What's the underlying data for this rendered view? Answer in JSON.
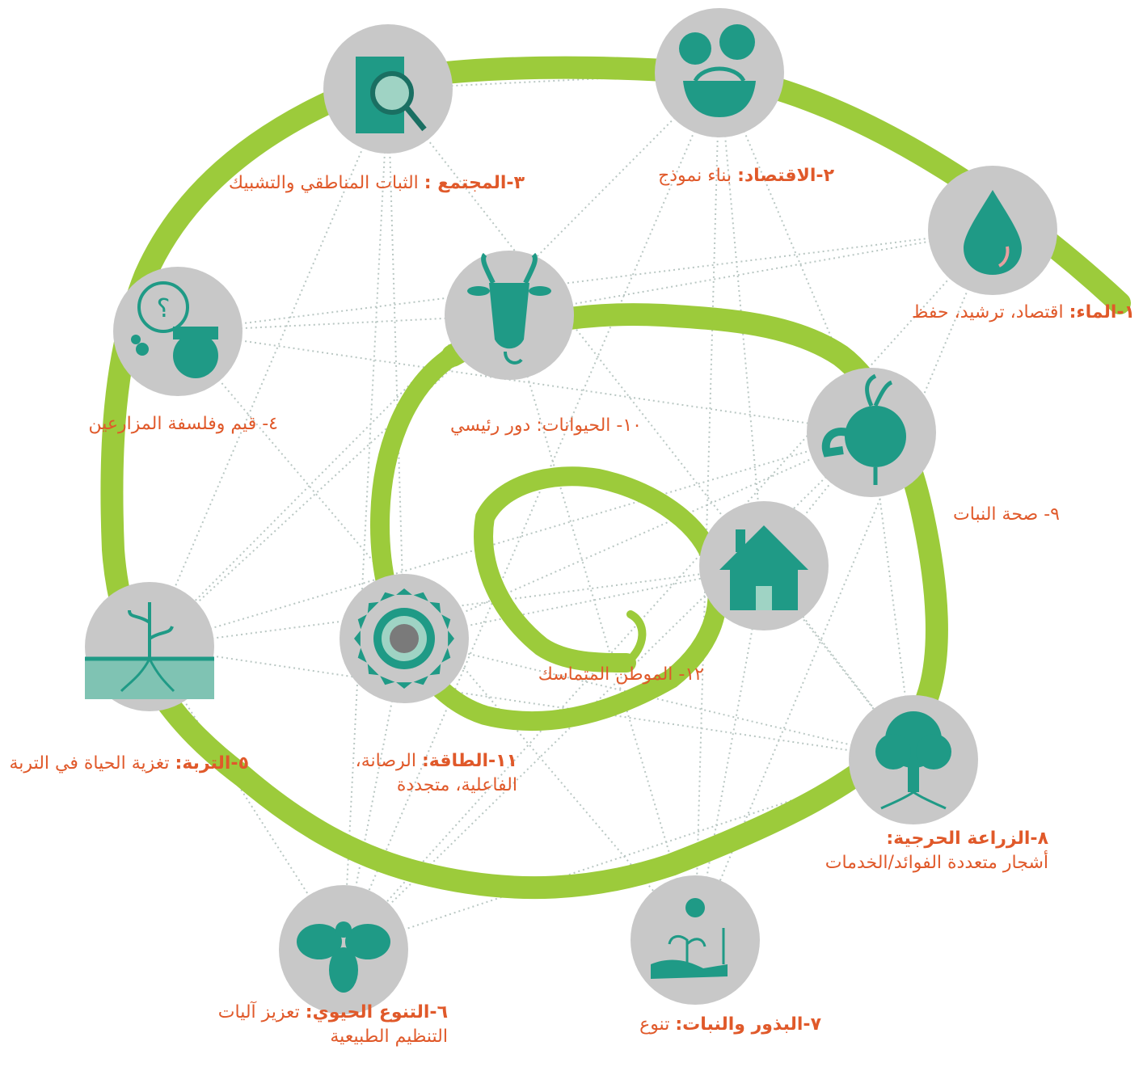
{
  "nodes": [
    {
      "id": "water",
      "number": "١-",
      "title": "الماء:",
      "text": "اقتصاد، ترشيد، حفظ",
      "text2": "",
      "icon": "water-drop-icon"
    },
    {
      "id": "economy",
      "number": "٢-",
      "title": "الاقتصاد:",
      "text": "بناء نموذج",
      "text2": "",
      "icon": "produce-basket-icon"
    },
    {
      "id": "community",
      "number": "٣-",
      "title": "المجتمع :",
      "text": "الثبات المناطقي والتشبيك",
      "text2": "",
      "icon": "magnifier-person-icon"
    },
    {
      "id": "values",
      "number": "٤-",
      "title": "",
      "text": "قيم وفلسفة المزارعين",
      "text2": "",
      "icon": "thinking-farmer-icon"
    },
    {
      "id": "soil",
      "number": "٥-",
      "title": "التربة:",
      "text": "تغزية الحياة في التربة",
      "text2": "",
      "icon": "soil-roots-icon"
    },
    {
      "id": "biodiversity",
      "number": "٦-",
      "title": "التنوع الحيوي:",
      "text": "تعزيز آليات",
      "text2": "التنظيم الطبيعية",
      "icon": "bee-icon"
    },
    {
      "id": "seeds",
      "number": "٧-",
      "title": "البذور والنبات:",
      "text": "تنوع",
      "text2": "",
      "icon": "hand-seedling-icon"
    },
    {
      "id": "agroforestry",
      "number": "٨-",
      "title": "الزراعة الحرجية:",
      "text": "",
      "text2": "أشجار متعددة الفوائد/الخدمات",
      "icon": "tree-icon"
    },
    {
      "id": "plant-health",
      "number": "٩-",
      "title": "",
      "text": "صحة النبات",
      "text2": "",
      "icon": "strong-turnip-icon"
    },
    {
      "id": "animals",
      "number": "١٠-",
      "title": "",
      "text": "الحيوانات: دور رئيسي",
      "text2": "",
      "icon": "goat-icon"
    },
    {
      "id": "energy",
      "number": "١١-",
      "title": "الطاقة:",
      "text": "الرصانة،",
      "text2": "الفاعلية، متجددة",
      "icon": "sun-icon"
    },
    {
      "id": "homeland",
      "number": "١٢-",
      "title": "",
      "text": "الموطن المتماسك",
      "text2": "",
      "icon": "house-icon"
    }
  ],
  "colors": {
    "spiral": "#9ccb3b",
    "circle": "#c8c8c8",
    "icon": "#1f9a86",
    "label": "#e0592a",
    "network": "#b9c7c3"
  }
}
